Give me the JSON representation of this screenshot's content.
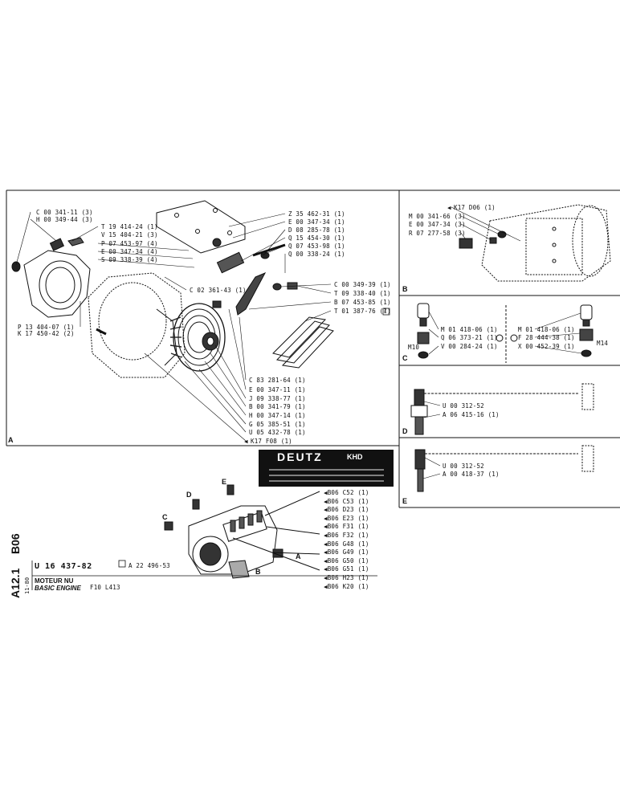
{
  "sheet": {
    "group": "B06",
    "sheet_no": "A12.1",
    "date": "11-80",
    "part_number": "U 16 437-82",
    "ref_number": "A 22 496-53",
    "title_fr": "MOTEUR NU",
    "title_en": "BASIC ENGINE",
    "engine": "F10 L413",
    "plate_brand": "DEUTZ",
    "plate_maker": "KHD"
  },
  "section_letters": {
    "A": "A",
    "B": "B",
    "C": "C",
    "D": "D",
    "E": "E"
  },
  "section_a": {
    "left_labels": [
      "C 00 341-11 (3)",
      "H 00 349-44 (3)",
      "P 13 404-07 (1)",
      "K 17 450-42 (2)"
    ],
    "top_labels": [
      "T 19 414-24 (1)",
      "V 15 404-21 (3)",
      "P 07 453-97 (4)",
      "E 00 347-34 (4)",
      "S 09 338-39 (4)"
    ],
    "mid_label": "C 02 361-43 (1)",
    "right_labels": [
      "Z 35 462-31 (1)",
      "E 00 347-34 (1)",
      "D 08 285-78 (1)",
      "Q 15 454-30 (1)",
      "Q 07 453-98 (1)",
      "Q 00 338-24 (1)",
      "C 00 349-39 (1)",
      "T 09 338-40 (1)",
      "B 07 453-85 (1)",
      "T 01 387-76 (1)"
    ],
    "right_label_box": "2",
    "bottom_labels": [
      "C 83 281-64 (1)",
      "E 00 347-11 (1)",
      "J 09 338-77 (1)",
      "B 00 341-79 (1)",
      "H 00 347-14 (1)",
      "G 05 385-51 (1)",
      "U 05 432-78 (1)",
      "K17 F08 (1)"
    ]
  },
  "section_b": {
    "labels": [
      "K17 D06 (1)",
      "M 00 341-66 (3)",
      "E 00 347-34 (3)",
      "R 07 277-58 (3)"
    ]
  },
  "section_c": {
    "left_labels": [
      "M 01 418-06 (1)",
      "Q 06 373-21 (1)",
      "V 00 284-24 (1)"
    ],
    "right_labels": [
      "M 01 418-06 (1)",
      "F 28 444-38 (1)",
      "X 00 452-39 (1)"
    ],
    "thread_left": "M10",
    "thread_right": "M14"
  },
  "section_d": {
    "labels": [
      "U 00 312-52",
      "A 06 415-16 (1)"
    ]
  },
  "section_e": {
    "labels": [
      "U 00 312-52",
      "A 00 418-37 (1)"
    ]
  },
  "overview": {
    "refs": [
      "B06 C52 (1)",
      "B06 C53 (1)",
      "B06 D23 (1)",
      "B06 E23 (1)",
      "B06 F31 (1)",
      "B06 F32 (1)",
      "B06 G48 (1)",
      "B06 G49 (1)",
      "B06 G50 (1)",
      "B06 G51 (1)",
      "B06 H23 (1)",
      "B06 K20 (1)"
    ],
    "callouts": {
      "A": "A",
      "B": "B",
      "C": "C",
      "D": "D",
      "E": "E"
    }
  }
}
